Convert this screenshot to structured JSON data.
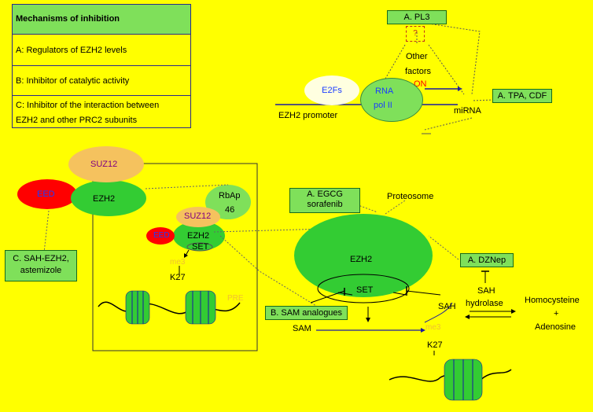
{
  "legend": {
    "title": "Mechanisms of inhibition",
    "rows": [
      "A: Regulators of EZH2 levels",
      "B: Inhibitor of catalytic activity",
      "C: Inhibitor of the interaction between",
      "EZH2 and other PRC2 subunits"
    ]
  },
  "top": {
    "pl3": "A. PL3",
    "question": "?",
    "other_factors": "Other\nfactors",
    "other": "Other",
    "factors": "factors",
    "on": "ON",
    "e2fs": "E2Fs",
    "rna": "RNA",
    "pol": "pol II",
    "promoter": "EZH2 promoter",
    "tpa": "A. TPA, CDF",
    "mirna": "miRNA"
  },
  "left": {
    "suz12": "SUZ12",
    "eed": "EED",
    "ezh2": "EZH2",
    "rbap": "RbAp",
    "rbap_num": "46",
    "suz12_small": "SUZ12",
    "eed_small": "EED",
    "ezh2_small": "EZH2",
    "set_small": "SET",
    "me3": "me3",
    "k27": "K27",
    "sah_ezh2_line1": "C. SAH-EZH2,",
    "sah_ezh2_line2": "astemizole",
    "pre": "PRE"
  },
  "right": {
    "egcg_line1": "A. EGCG",
    "egcg_line2": "sorafenib",
    "proteosome": "Proteosome",
    "ezh2": "EZH2",
    "set": "SET",
    "dznep": "A. DZNep",
    "sah": "SAH",
    "sah_hydrolase_1": "SAH",
    "sah_hydrolase_2": "hydrolase",
    "homocysteine": "Homocysteine",
    "plus": "+",
    "adenosine": "Adenosine",
    "sam_analogues": "B. SAM analogues",
    "sam": "SAM",
    "me3": "me3",
    "k27": "K27"
  },
  "colors": {
    "background": "#ffff00",
    "green": "#33cc33",
    "light_green": "#7fe05a",
    "red": "#ff0000",
    "peach": "#f5c25e",
    "blue_text": "#1a3cff"
  }
}
